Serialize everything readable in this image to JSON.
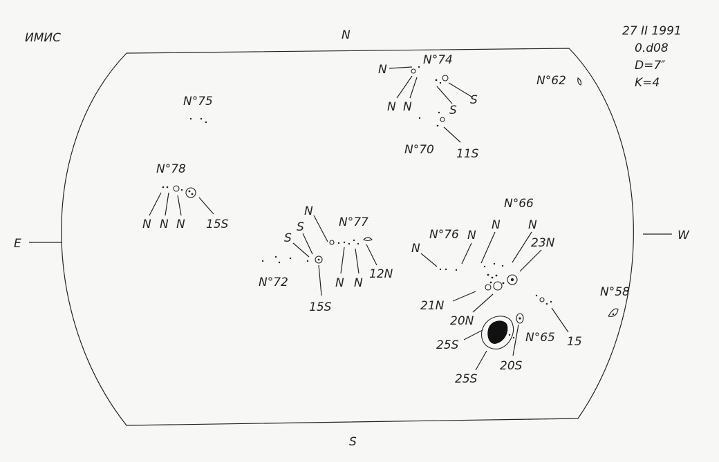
{
  "header": {
    "observatory": "ИМИС",
    "date": "27 II 1991",
    "time": "0.d08",
    "diameter": "D=7″",
    "quality": "K=4"
  },
  "directions": {
    "north": "N",
    "south": "S",
    "east": "E",
    "west": "W"
  },
  "groups": {
    "g74": "N°74",
    "g70": "N°70",
    "g75": "N°75",
    "g78": "N°78",
    "g62": "N°62",
    "g77": "N°77",
    "g72": "N°72",
    "g76": "N°76",
    "g66": "N°66",
    "g65": "N°65",
    "g58": "N°58"
  },
  "polarities": {
    "g74_n_left": "N",
    "g74_n1": "N",
    "g74_n2": "N",
    "g74_s1": "S",
    "g74_s2": "S",
    "g70_11s": "11S",
    "g78_n1": "N",
    "g78_n2": "N",
    "g78_n3": "N",
    "g78_15s": "15S",
    "g72_n": "N",
    "g72_s1": "S",
    "g72_s2": "S",
    "g72_15s": "15S",
    "g77_n1": "N",
    "g77_n2": "N",
    "g77_12n": "12N",
    "g76_n": "N",
    "g66_n1": "N",
    "g66_n2": "N",
    "g66_n3": "N",
    "g66_23n": "23N",
    "g66_21n": "21N",
    "g66_20n": "20N",
    "g65_25s_a": "25S",
    "g65_25s_b": "25S",
    "g65_20s": "20S",
    "g65_15": "15"
  }
}
